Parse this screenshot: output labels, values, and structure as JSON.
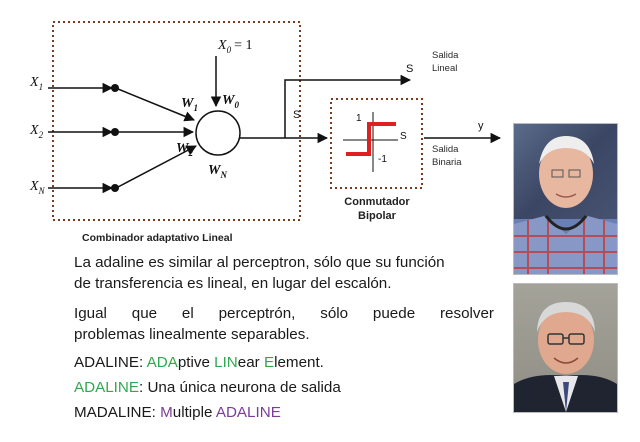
{
  "diagram": {
    "x0_label": "X",
    "x0_sub": "0",
    "x0_value": "= 1",
    "x1_label": "X",
    "x1_sub": "1",
    "x2_label": "X",
    "x2_sub": "2",
    "xn_label": "X",
    "xn_sub": "N",
    "w1_label": "W",
    "w1_sub": "1",
    "w0_label": "W",
    "w0_sub": "0",
    "w2_label": "W",
    "w2_sub": "2",
    "wn_label": "W",
    "wn_sub": "N",
    "s_top": "S",
    "s_mid": "S",
    "s_switch": "S",
    "salida_lineal_1": "Salida",
    "salida_lineal_2": "Lineal",
    "y_label": "y",
    "salida_binaria_1": "Salida",
    "salida_binaria_2": "Binaria",
    "switch_plus": "1",
    "switch_minus": "-1",
    "conmutador_1": "Conmutador",
    "conmutador_2": "Bipolar",
    "combinador": "Combinador adaptativo Lineal"
  },
  "text": {
    "para1_line1": "La adaline es similar al perceptron, sólo que su función",
    "para1_line2": "de transferencia es lineal, en lugar del escalón.",
    "para2_line1": "Igual que el perceptrón, sólo puede resolver",
    "para2_line2": "problemas linealmente separables.",
    "adaline_prefix": "ADALINE: ",
    "adaline_ada": "ADA",
    "adaline_ptive": "ptive ",
    "adaline_lin": "LIN",
    "adaline_ear": "ear ",
    "adaline_e": "E",
    "adaline_lement": "lement.",
    "line4_adaline": "ADALINE",
    "line4_rest": ": Una única neurona de salida",
    "madaline_prefix": "MADALINE:  ",
    "madaline_m": "M",
    "madaline_ultiple": "ultiple ",
    "madaline_adaline": "ADALINE"
  },
  "colors": {
    "dotted_border": "#7a3b1e",
    "step_red": "#e02020",
    "highlight_green": "#2fa84f",
    "highlight_purple": "#7a3d9a"
  },
  "photos": {
    "top_photo": "portrait-older-man-plaid-shirt",
    "bottom_photo": "portrait-older-man-glasses-suit"
  }
}
